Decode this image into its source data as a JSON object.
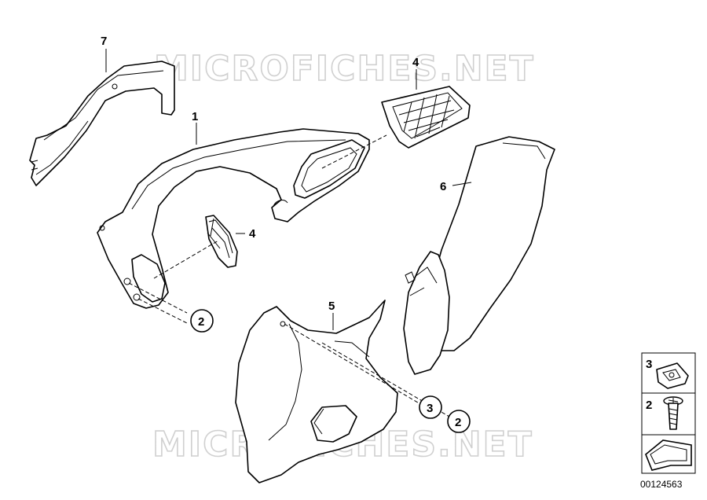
{
  "watermark": "MICROFICHES.NET",
  "reference_number": "00124563",
  "callouts": {
    "c1": "1",
    "c4_top": "4",
    "c4_mid": "4",
    "c5": "5",
    "c6": "6",
    "c7": "7",
    "c2_left": "2",
    "c3_right": "3",
    "c2_right": "2"
  },
  "legend": {
    "items": [
      {
        "label": "3",
        "icon": "clip-nut-icon"
      },
      {
        "label": "2",
        "icon": "screw-icon"
      },
      {
        "label": "",
        "icon": "arrow-symbol-icon"
      }
    ]
  }
}
